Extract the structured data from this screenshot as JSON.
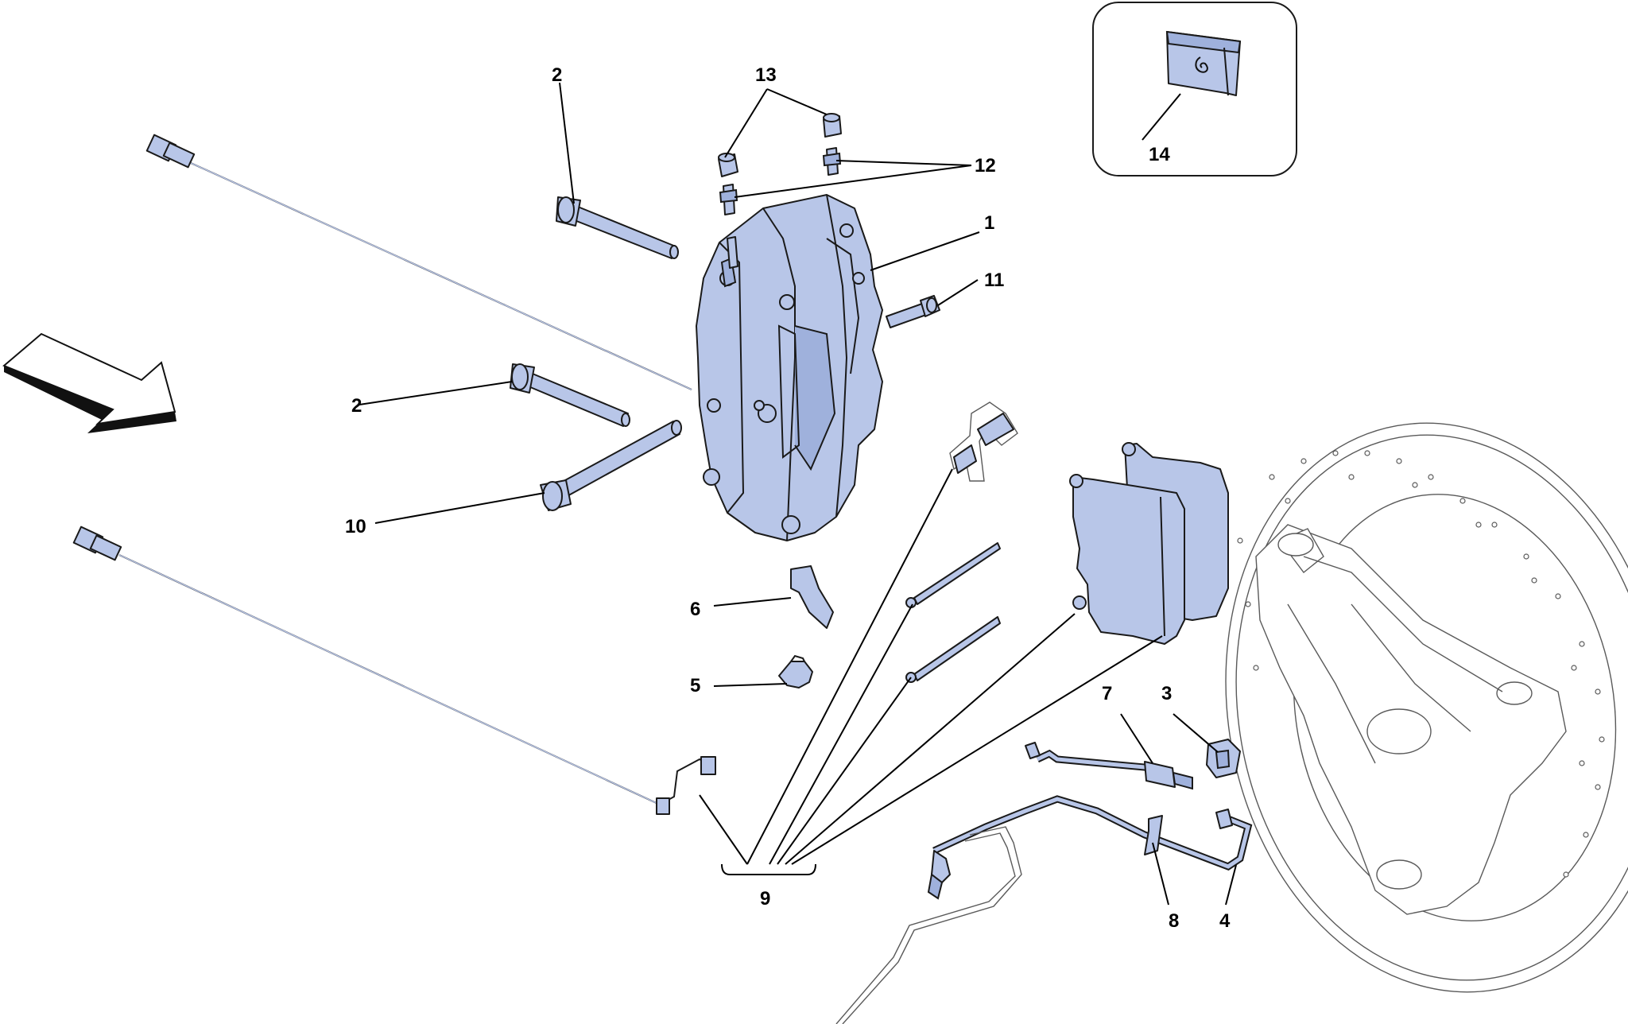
{
  "callouts": {
    "c1": "1",
    "c2a": "2",
    "c2b": "2",
    "c3": "3",
    "c4": "4",
    "c5": "5",
    "c6": "6",
    "c7": "7",
    "c8": "8",
    "c9": "9",
    "c10": "10",
    "c11": "11",
    "c12": "12",
    "c13": "13",
    "c14": "14"
  },
  "colors": {
    "part_fill": "#b8c6e8",
    "line": "#1a1a1a",
    "ghost_line": "#5a5a5a"
  }
}
